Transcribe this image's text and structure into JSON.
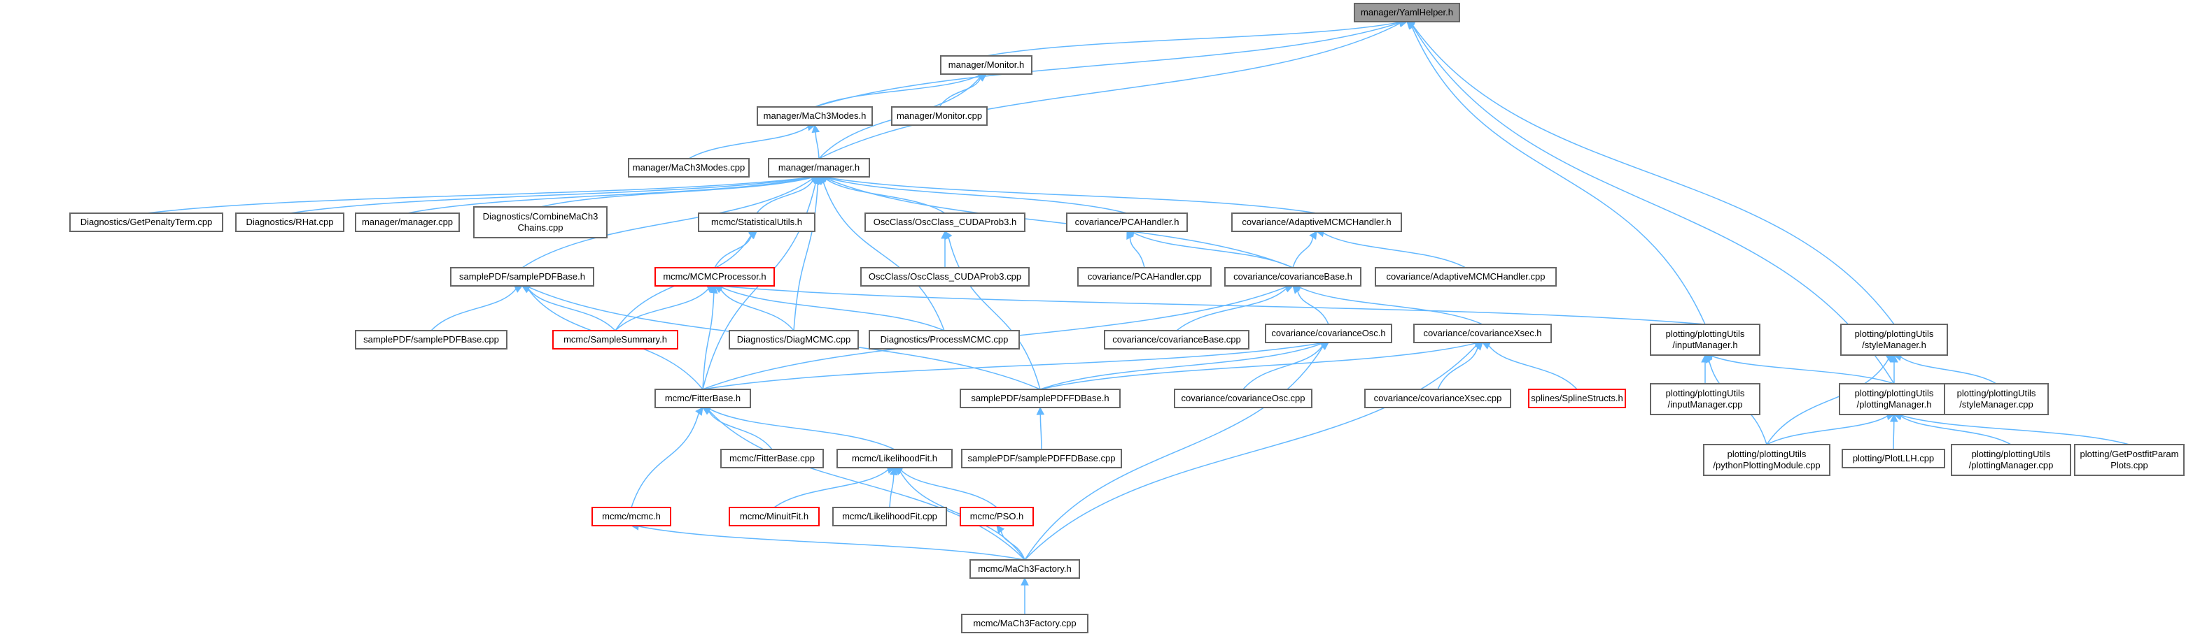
{
  "colors": {
    "edge": "#63b8ff",
    "node_border": "#666666",
    "node_border_missing": "#ff0000",
    "current_node_fill": "#999999",
    "background": "#ffffff"
  },
  "nodes": [
    {
      "id": "n0",
      "label": [
        "manager/YamlHelper.h"
      ],
      "style": "current"
    },
    {
      "id": "n1",
      "label": [
        "manager/Monitor.h"
      ],
      "style": "normal"
    },
    {
      "id": "n2",
      "label": [
        "manager/MaCh3Modes.h"
      ],
      "style": "normal"
    },
    {
      "id": "n3",
      "label": [
        "manager/Monitor.cpp"
      ],
      "style": "normal"
    },
    {
      "id": "n4",
      "label": [
        "manager/MaCh3Modes.cpp"
      ],
      "style": "normal"
    },
    {
      "id": "n5",
      "label": [
        "manager/manager.h"
      ],
      "style": "normal"
    },
    {
      "id": "n6",
      "label": [
        "Diagnostics/GetPenaltyTerm.cpp"
      ],
      "style": "normal"
    },
    {
      "id": "n7",
      "label": [
        "Diagnostics/RHat.cpp"
      ],
      "style": "normal"
    },
    {
      "id": "n8",
      "label": [
        "manager/manager.cpp"
      ],
      "style": "normal"
    },
    {
      "id": "n9",
      "label": [
        "Diagnostics/CombineMaCh3",
        "Chains.cpp"
      ],
      "style": "normal"
    },
    {
      "id": "n10",
      "label": [
        "mcmc/StatisticalUtils.h"
      ],
      "style": "normal"
    },
    {
      "id": "n11",
      "label": [
        "OscClass/OscClass_CUDAProb3.h"
      ],
      "style": "normal"
    },
    {
      "id": "n12",
      "label": [
        "covariance/PCAHandler.h"
      ],
      "style": "normal"
    },
    {
      "id": "n13",
      "label": [
        "covariance/AdaptiveMCMCHandler.h"
      ],
      "style": "normal"
    },
    {
      "id": "n14",
      "label": [
        "OscClass/OscClass_CUDAProb3.cpp"
      ],
      "style": "normal"
    },
    {
      "id": "n15",
      "label": [
        "covariance/PCAHandler.cpp"
      ],
      "style": "normal"
    },
    {
      "id": "n16",
      "label": [
        "covariance/AdaptiveMCMCHandler.cpp"
      ],
      "style": "normal"
    },
    {
      "id": "n17",
      "label": [
        "samplePDF/samplePDFBase.h"
      ],
      "style": "normal"
    },
    {
      "id": "n18",
      "label": [
        "mcmc/MCMCProcessor.h"
      ],
      "style": "red"
    },
    {
      "id": "n19",
      "label": [
        "covariance/covarianceBase.h"
      ],
      "style": "normal"
    },
    {
      "id": "n20",
      "label": [
        "samplePDF/samplePDFBase.cpp"
      ],
      "style": "normal"
    },
    {
      "id": "n21",
      "label": [
        "mcmc/SampleSummary.h"
      ],
      "style": "red"
    },
    {
      "id": "n22",
      "label": [
        "Diagnostics/DiagMCMC.cpp"
      ],
      "style": "normal"
    },
    {
      "id": "n23",
      "label": [
        "Diagnostics/ProcessMCMC.cpp"
      ],
      "style": "normal"
    },
    {
      "id": "n24",
      "label": [
        "covariance/covarianceBase.cpp"
      ],
      "style": "normal"
    },
    {
      "id": "n25",
      "label": [
        "covariance/covarianceOsc.h"
      ],
      "style": "normal"
    },
    {
      "id": "n26",
      "label": [
        "covariance/covarianceXsec.h"
      ],
      "style": "normal"
    },
    {
      "id": "n27",
      "label": [
        "plotting/plottingUtils",
        "/inputManager.h"
      ],
      "style": "normal"
    },
    {
      "id": "n28",
      "label": [
        "plotting/plottingUtils",
        "/styleManager.h"
      ],
      "style": "normal"
    },
    {
      "id": "n29",
      "label": [
        "mcmc/FitterBase.h"
      ],
      "style": "normal"
    },
    {
      "id": "n30",
      "label": [
        "samplePDF/samplePDFFDBase.h"
      ],
      "style": "normal"
    },
    {
      "id": "n31",
      "label": [
        "covariance/covarianceOsc.cpp"
      ],
      "style": "normal"
    },
    {
      "id": "n32",
      "label": [
        "covariance/covarianceXsec.cpp"
      ],
      "style": "normal"
    },
    {
      "id": "n33",
      "label": [
        "splines/SplineStructs.h"
      ],
      "style": "red"
    },
    {
      "id": "n34",
      "label": [
        "plotting/plottingUtils",
        "/inputManager.cpp"
      ],
      "style": "normal"
    },
    {
      "id": "n35",
      "label": [
        "plotting/plottingUtils",
        "/plottingManager.h"
      ],
      "style": "normal"
    },
    {
      "id": "n36",
      "label": [
        "plotting/plottingUtils",
        "/styleManager.cpp"
      ],
      "style": "normal"
    },
    {
      "id": "n37",
      "label": [
        "mcmc/FitterBase.cpp"
      ],
      "style": "normal"
    },
    {
      "id": "n38",
      "label": [
        "mcmc/LikelihoodFit.h"
      ],
      "style": "normal"
    },
    {
      "id": "n39",
      "label": [
        "samplePDF/samplePDFFDBase.cpp"
      ],
      "style": "normal"
    },
    {
      "id": "n40",
      "label": [
        "plotting/plottingUtils",
        "/pythonPlottingModule.cpp"
      ],
      "style": "normal"
    },
    {
      "id": "n41",
      "label": [
        "plotting/PlotLLH.cpp"
      ],
      "style": "normal"
    },
    {
      "id": "n42",
      "label": [
        "plotting/plottingUtils",
        "/plottingManager.cpp"
      ],
      "style": "normal"
    },
    {
      "id": "n43",
      "label": [
        "plotting/GetPostfitParam",
        "Plots.cpp"
      ],
      "style": "normal"
    },
    {
      "id": "n44",
      "label": [
        "mcmc/mcmc.h"
      ],
      "style": "red"
    },
    {
      "id": "n45",
      "label": [
        "mcmc/MinuitFit.h"
      ],
      "style": "red"
    },
    {
      "id": "n46",
      "label": [
        "mcmc/LikelihoodFit.cpp"
      ],
      "style": "normal"
    },
    {
      "id": "n47",
      "label": [
        "mcmc/PSO.h"
      ],
      "style": "red"
    },
    {
      "id": "n48",
      "label": [
        "mcmc/MaCh3Factory.h"
      ],
      "style": "normal"
    },
    {
      "id": "n49",
      "label": [
        "mcmc/MaCh3Factory.cpp"
      ],
      "style": "normal"
    }
  ],
  "edges": [
    [
      "n1",
      "n0"
    ],
    [
      "n2",
      "n0"
    ],
    [
      "n5",
      "n0"
    ],
    [
      "n27",
      "n0"
    ],
    [
      "n35",
      "n0"
    ],
    [
      "n28",
      "n0"
    ],
    [
      "n2",
      "n1"
    ],
    [
      "n3",
      "n1"
    ],
    [
      "n5",
      "n1"
    ],
    [
      "n4",
      "n2"
    ],
    [
      "n5",
      "n2"
    ],
    [
      "n6",
      "n5"
    ],
    [
      "n7",
      "n5"
    ],
    [
      "n8",
      "n5"
    ],
    [
      "n9",
      "n5"
    ],
    [
      "n10",
      "n5"
    ],
    [
      "n11",
      "n5"
    ],
    [
      "n12",
      "n5"
    ],
    [
      "n13",
      "n5"
    ],
    [
      "n17",
      "n5"
    ],
    [
      "n29",
      "n5"
    ],
    [
      "n22",
      "n5"
    ],
    [
      "n23",
      "n5"
    ],
    [
      "n19",
      "n5"
    ],
    [
      "n14",
      "n11"
    ],
    [
      "n30",
      "n11"
    ],
    [
      "n15",
      "n12"
    ],
    [
      "n19",
      "n12"
    ],
    [
      "n16",
      "n13"
    ],
    [
      "n19",
      "n13"
    ],
    [
      "n21",
      "n10"
    ],
    [
      "n18",
      "n10"
    ],
    [
      "n20",
      "n17"
    ],
    [
      "n21",
      "n17"
    ],
    [
      "n29",
      "n17"
    ],
    [
      "n30",
      "n17"
    ],
    [
      "n21",
      "n18"
    ],
    [
      "n22",
      "n18"
    ],
    [
      "n23",
      "n18"
    ],
    [
      "n29",
      "n18"
    ],
    [
      "n27",
      "n18"
    ],
    [
      "n24",
      "n19"
    ],
    [
      "n25",
      "n19"
    ],
    [
      "n26",
      "n19"
    ],
    [
      "n29",
      "n19"
    ],
    [
      "n29",
      "n25"
    ],
    [
      "n30",
      "n25"
    ],
    [
      "n31",
      "n25"
    ],
    [
      "n48",
      "n25"
    ],
    [
      "n30",
      "n26"
    ],
    [
      "n32",
      "n26"
    ],
    [
      "n33",
      "n26"
    ],
    [
      "n48",
      "n26"
    ],
    [
      "n34",
      "n27"
    ],
    [
      "n35",
      "n27"
    ],
    [
      "n40",
      "n27"
    ],
    [
      "n35",
      "n28"
    ],
    [
      "n36",
      "n28"
    ],
    [
      "n40",
      "n28"
    ],
    [
      "n37",
      "n29"
    ],
    [
      "n38",
      "n29"
    ],
    [
      "n44",
      "n29"
    ],
    [
      "n48",
      "n29"
    ],
    [
      "n39",
      "n30"
    ],
    [
      "n40",
      "n35"
    ],
    [
      "n41",
      "n35"
    ],
    [
      "n42",
      "n35"
    ],
    [
      "n43",
      "n35"
    ],
    [
      "n45",
      "n38"
    ],
    [
      "n46",
      "n38"
    ],
    [
      "n47",
      "n38"
    ],
    [
      "n48",
      "n38"
    ],
    [
      "n48",
      "n44"
    ],
    [
      "n48",
      "n47"
    ],
    [
      "n49",
      "n48"
    ]
  ]
}
